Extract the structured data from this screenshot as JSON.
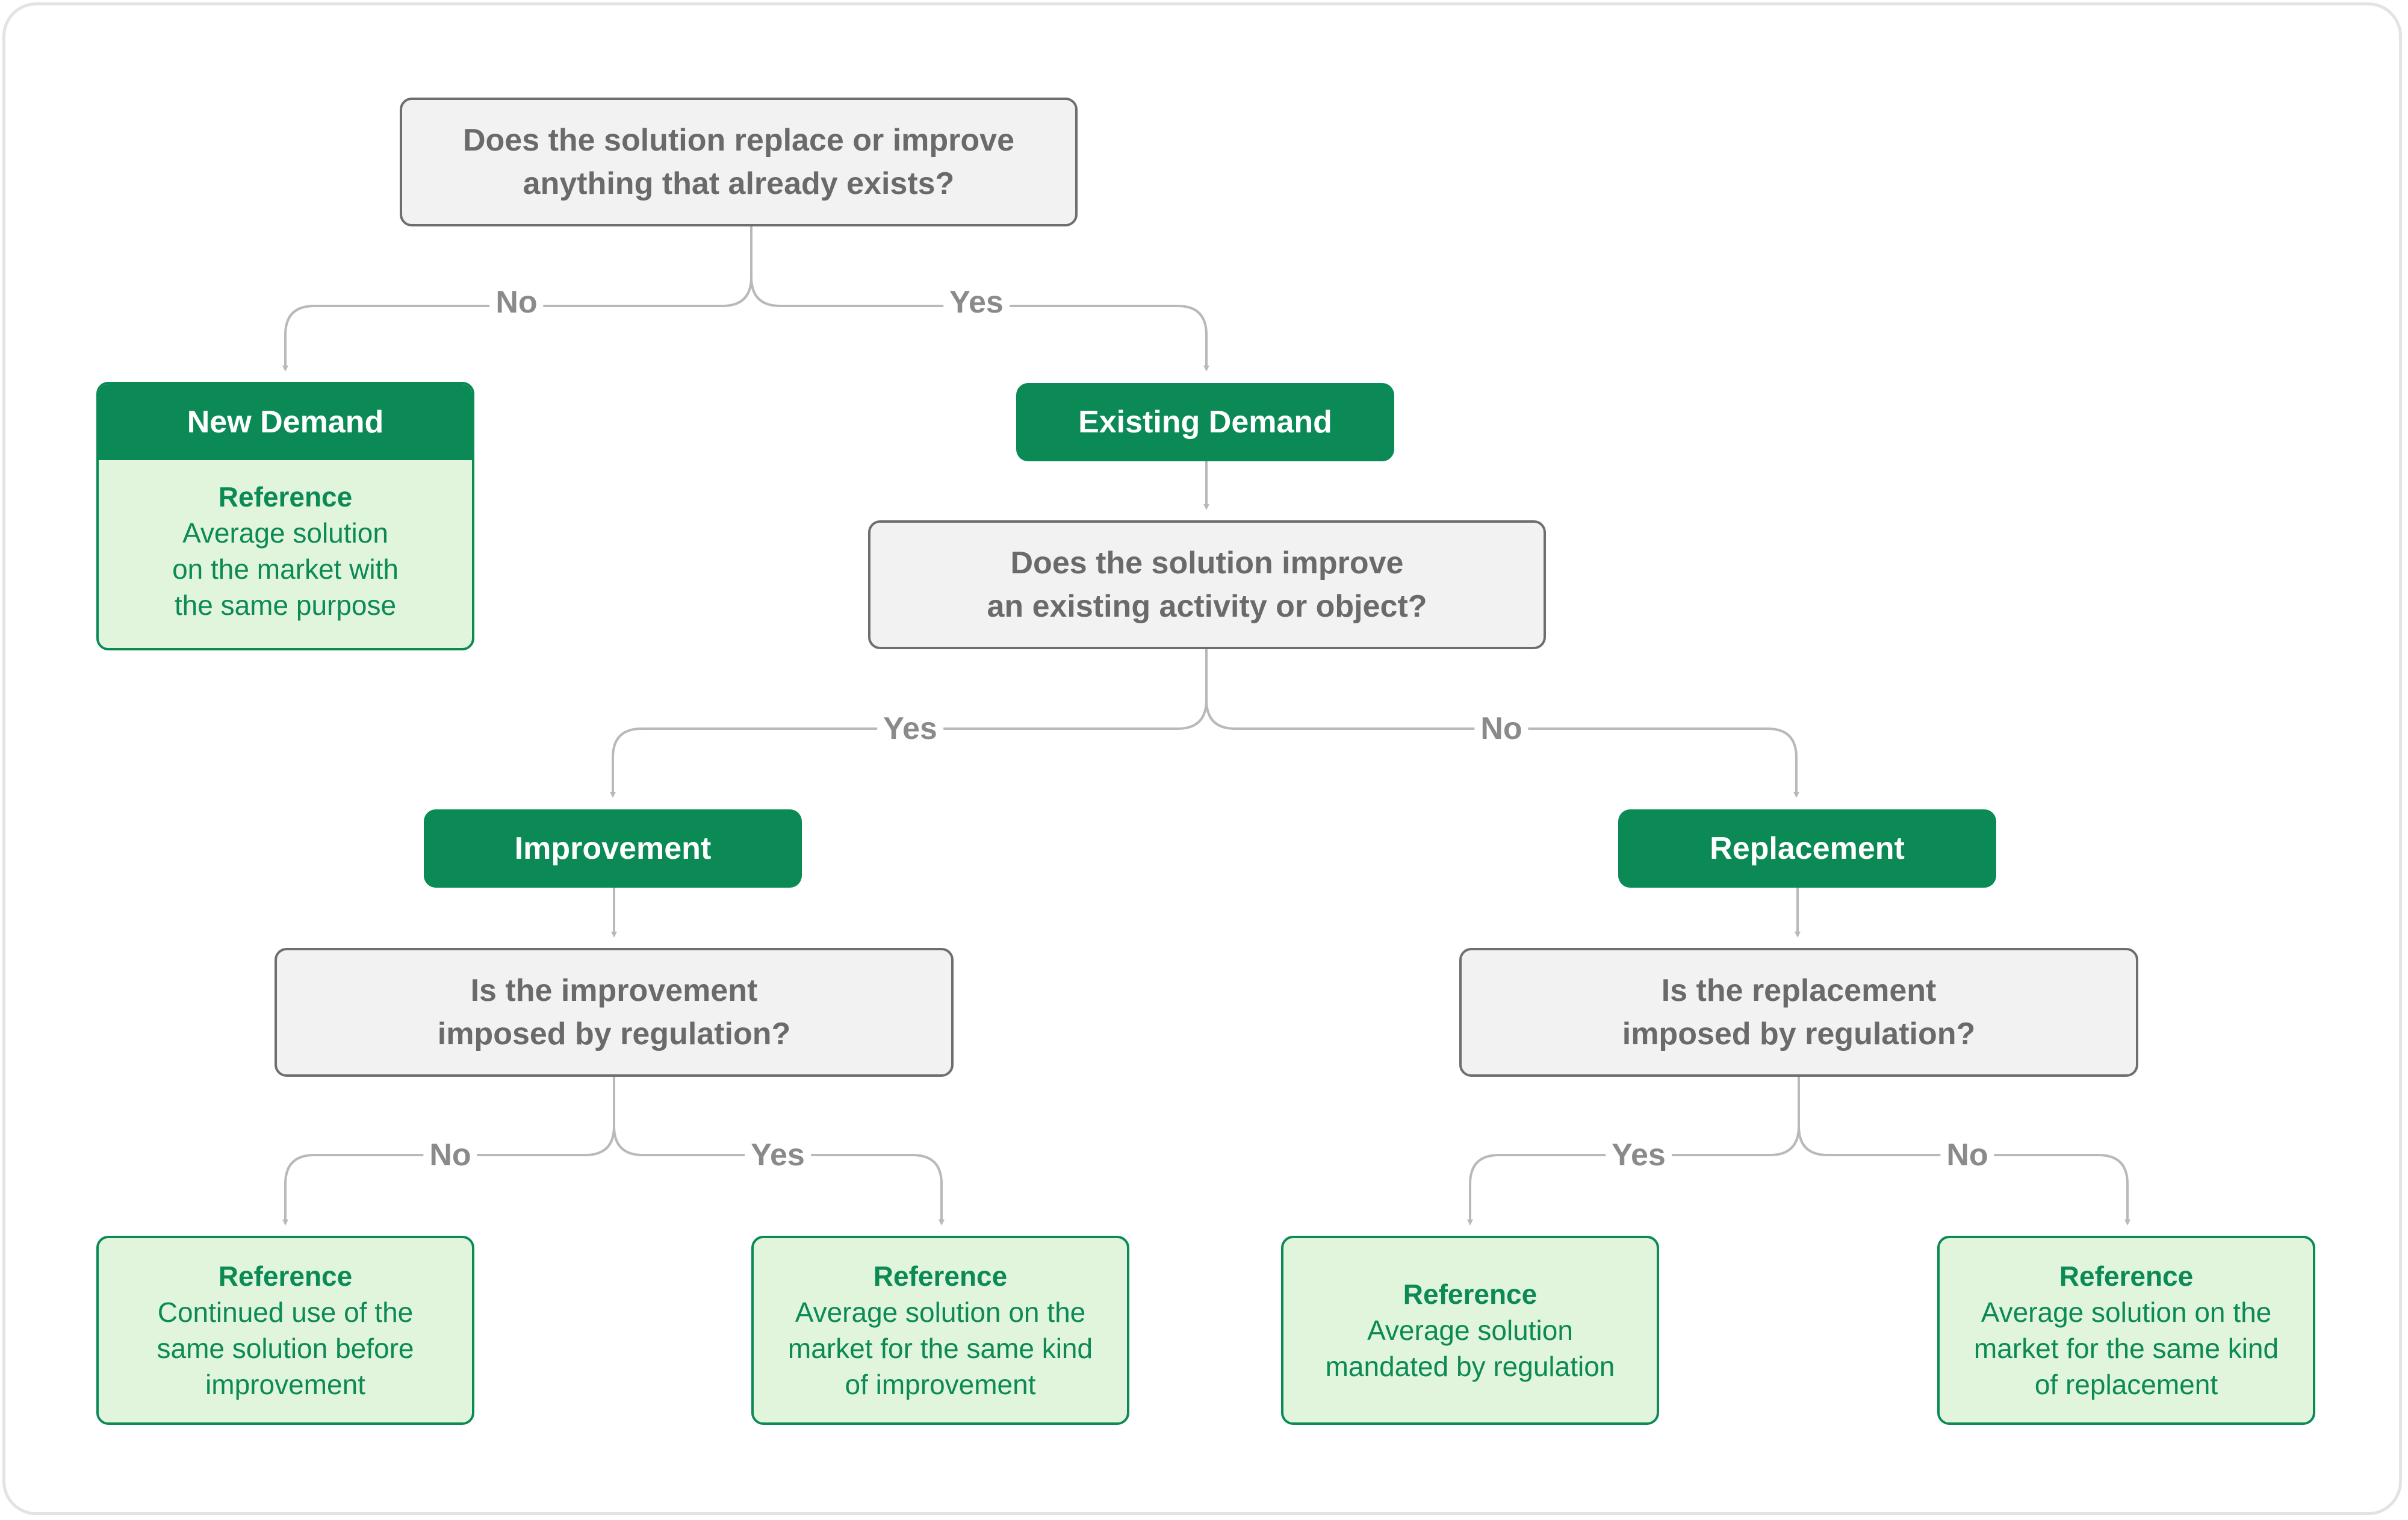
{
  "questions": {
    "q1": "Does the solution replace or improve\nanything that already exists?",
    "q2": "Does the solution improve\nan existing activity or object?",
    "q3": "Is the improvement\nimposed by regulation?",
    "q4": "Is the replacement\nimposed by regulation?"
  },
  "categories": {
    "new_demand": "New Demand",
    "existing_demand": "Existing Demand",
    "improvement": "Improvement",
    "replacement": "Replacement"
  },
  "edge_labels": {
    "q1_no": "No",
    "q1_yes": "Yes",
    "q2_yes": "Yes",
    "q2_no": "No",
    "q3_no": "No",
    "q3_yes": "Yes",
    "q4_yes": "Yes",
    "q4_no": "No"
  },
  "references": {
    "title": "Reference",
    "new_demand": "Average solution\non the market with\nthe same purpose",
    "improvement_no": "Continued use of the\nsame solution before\nimprovement",
    "improvement_yes": "Average solution on the\nmarket for the same kind\nof improvement",
    "replacement_yes": "Average solution\nmandated by regulation",
    "replacement_no": "Average solution on the\nmarket for the same kind\nof replacement"
  },
  "colors": {
    "green": "#0b8a55",
    "light_green": "#e1f4dc",
    "question_bg": "#f2f2f2",
    "question_border": "#6e6e6e",
    "connector": "#b9b9b9",
    "label_text": "#8a8a8a"
  }
}
